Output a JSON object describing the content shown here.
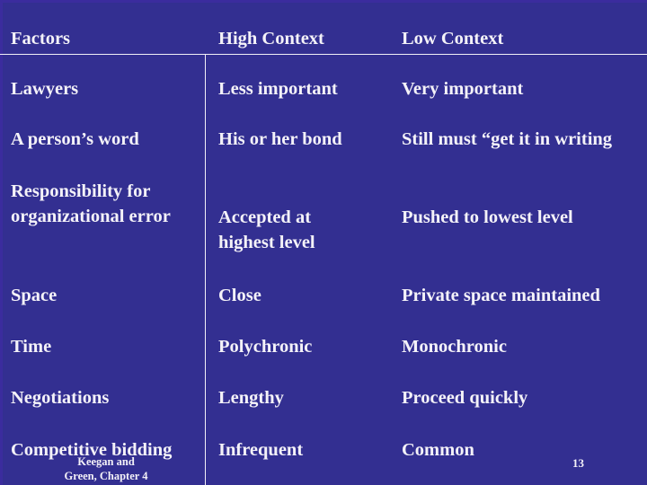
{
  "slide": {
    "background_color": "#332f91",
    "text_color": "#f4f2f8",
    "rule_color": "#f2f0f7",
    "page_number": "13",
    "footer": {
      "line1": "Keegan and",
      "line2": "Green, Chapter 4"
    }
  },
  "table": {
    "headers": {
      "col1": "Factors",
      "col2": "High Context",
      "col3": "Low Context"
    },
    "rows": [
      {
        "factor": "Lawyers",
        "high_context": "Less important",
        "low_context": "Very important"
      },
      {
        "factor": "A person’s word",
        "high_context": "His or her bond",
        "low_context": "Still must “get it in writing"
      },
      {
        "factor": "Responsibility for\norganizational error",
        "high_context": "Accepted at\nhighest level",
        "low_context": "Pushed to lowest level"
      },
      {
        "factor": "Space",
        "high_context": "Close",
        "low_context": "Private space maintained"
      },
      {
        "factor": "Time",
        "high_context": "Polychronic",
        "low_context": "Monochronic"
      },
      {
        "factor": "Negotiations",
        "high_context": "Lengthy",
        "low_context": "Proceed quickly"
      },
      {
        "factor": "Competitive bidding",
        "high_context": "Infrequent",
        "low_context": "Common"
      }
    ]
  }
}
